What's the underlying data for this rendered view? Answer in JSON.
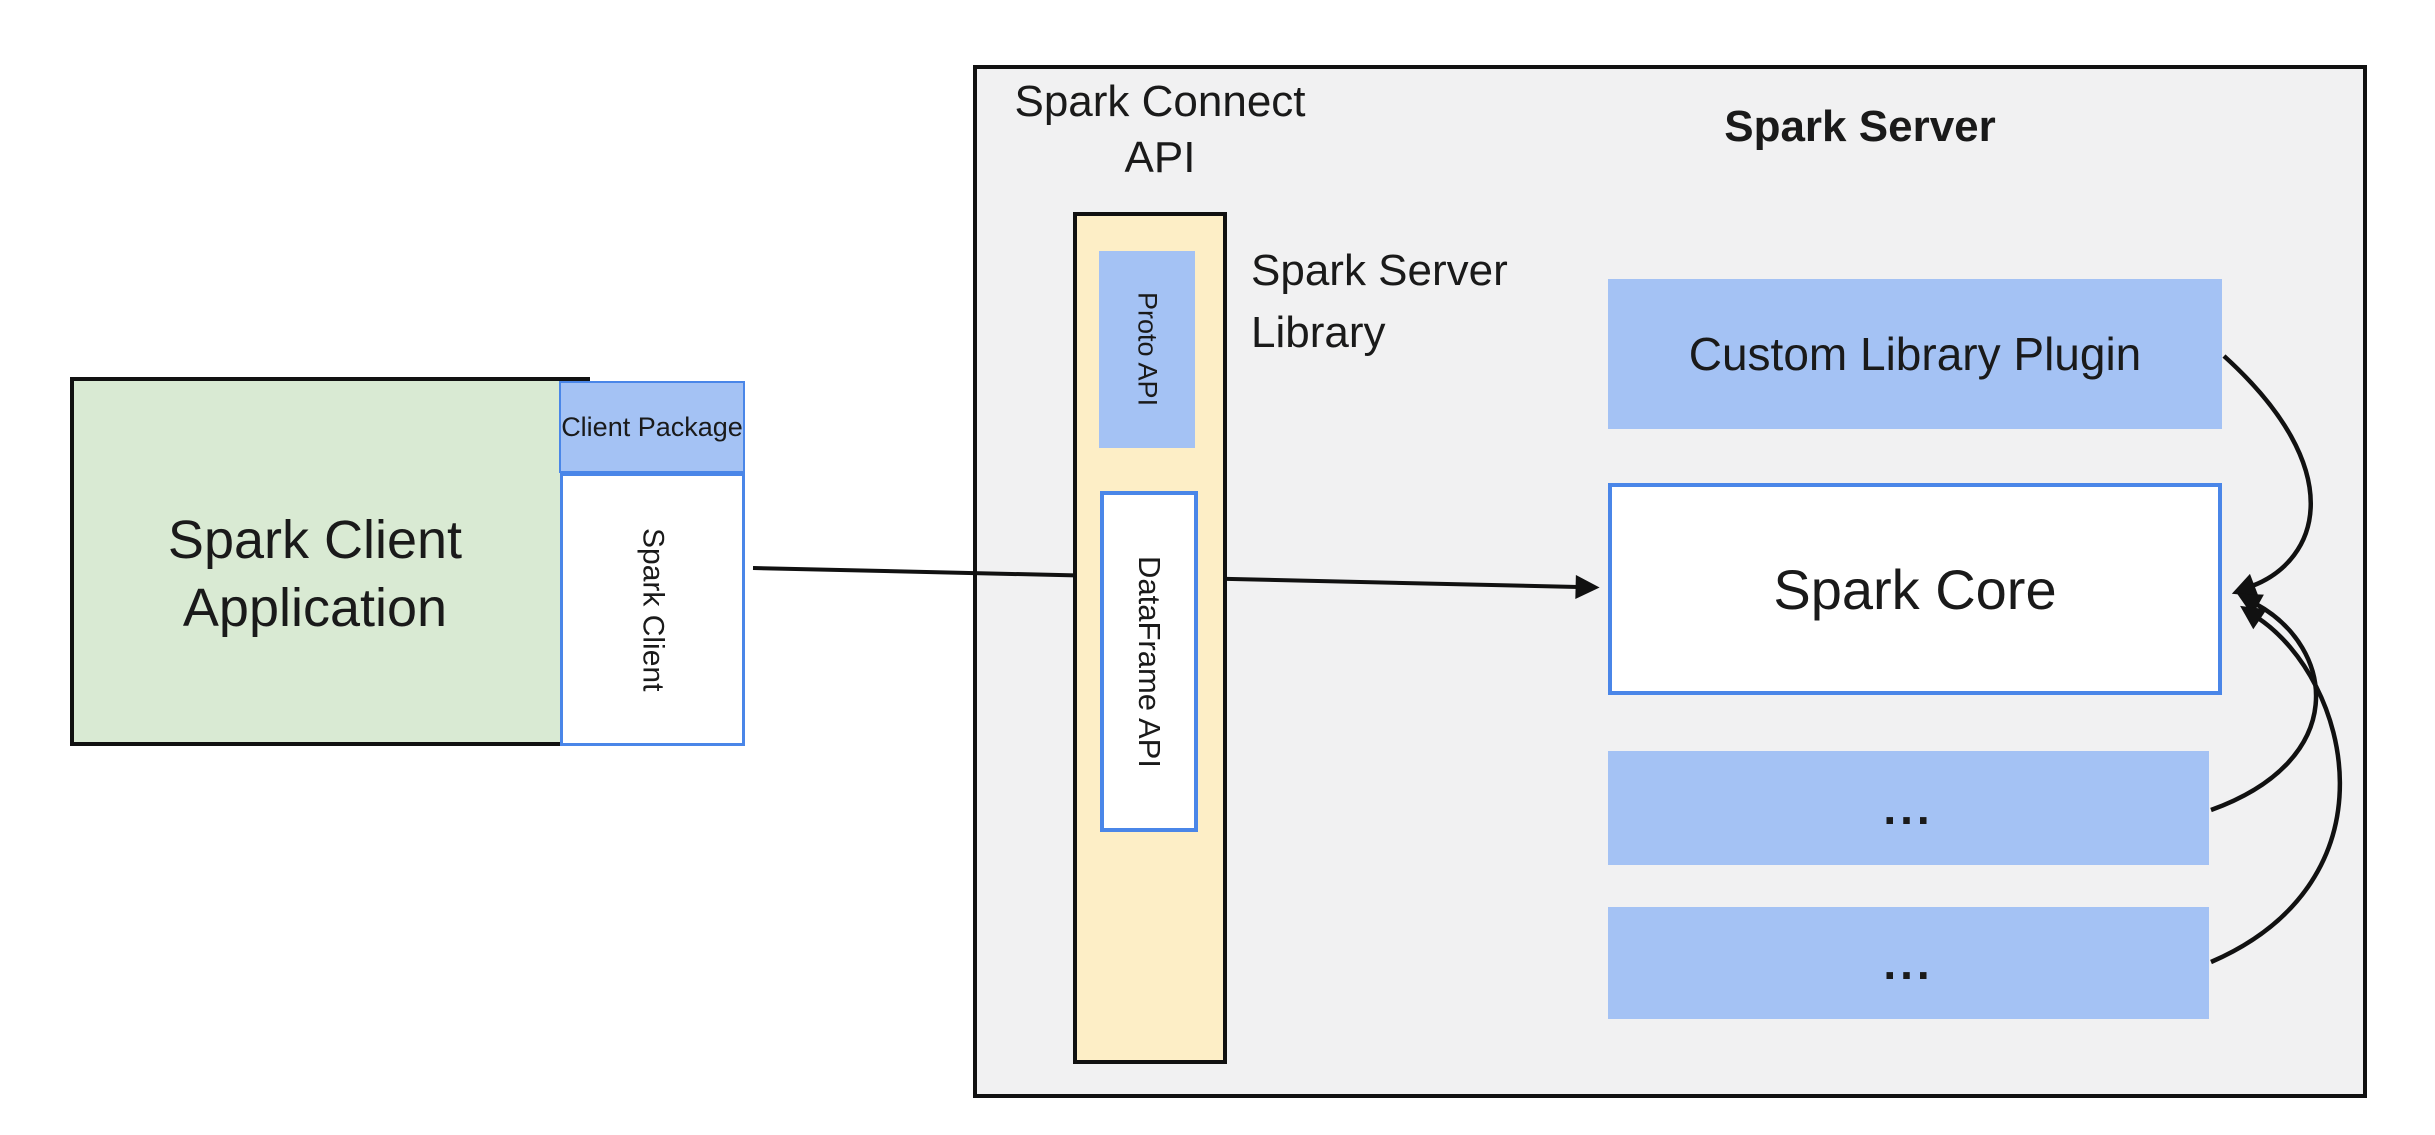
{
  "client": {
    "app_label": "Spark Client Application",
    "package_label": "Client Package",
    "client_label": "Spark Client"
  },
  "connect": {
    "api_label": "Spark Connect API",
    "proto_label": "Proto API",
    "dataframe_label": "DataFrame API",
    "server_library_label": "Spark Server Library"
  },
  "server": {
    "title": "Spark Server",
    "plugin_label": "Custom Library Plugin",
    "core_label": "Spark Core",
    "module_placeholder_1": "...",
    "module_placeholder_2": "..."
  },
  "colors": {
    "green_fill": "#d9ead3",
    "blue_fill": "#a4c2f4",
    "cream_fill": "#fdeec6",
    "gray_fill": "#f1f1f2",
    "blue_border": "#4a86e8",
    "black_border": "#111111",
    "arrow_stroke": "#111111"
  }
}
